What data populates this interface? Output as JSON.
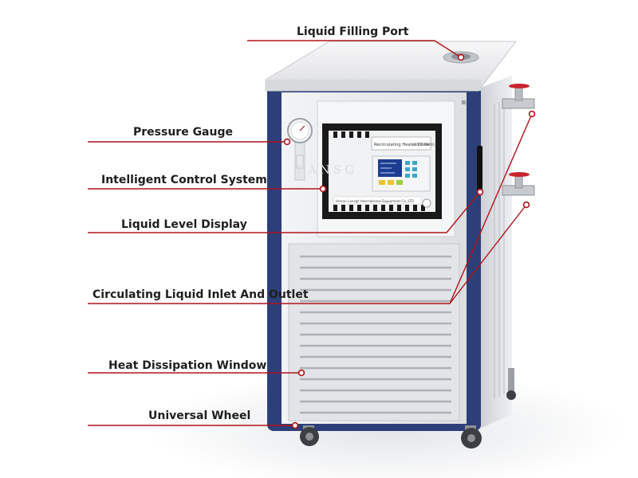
{
  "callouts": [
    {
      "id": "liquid-filling-port",
      "text": "Liquid Filling Port"
    },
    {
      "id": "pressure-gauge",
      "text": "Pressure Gauge"
    },
    {
      "id": "intelligent-control-system",
      "text": "Intelligent Control System"
    },
    {
      "id": "liquid-level-display",
      "text": "Liquid Level Display"
    },
    {
      "id": "circulating-liquid-inlet-outlet",
      "text": "Circulating Liquid Inlet And Outlet"
    },
    {
      "id": "heat-dissipation-window",
      "text": "Heat Dissipation Window"
    },
    {
      "id": "universal-wheel",
      "text": "Universal Wheel"
    }
  ],
  "panel": {
    "title": "Recirculating Heater Chiller",
    "model": "GDSZ-10/-40",
    "maker": "Henan Lansgt International Equipment Co.,LTD"
  },
  "watermark": "LANSG",
  "colors": {
    "leader": "#b0141b",
    "frame": "#2c3f78",
    "body": "#e8e9ec",
    "panel_black": "#1a1a1a"
  }
}
